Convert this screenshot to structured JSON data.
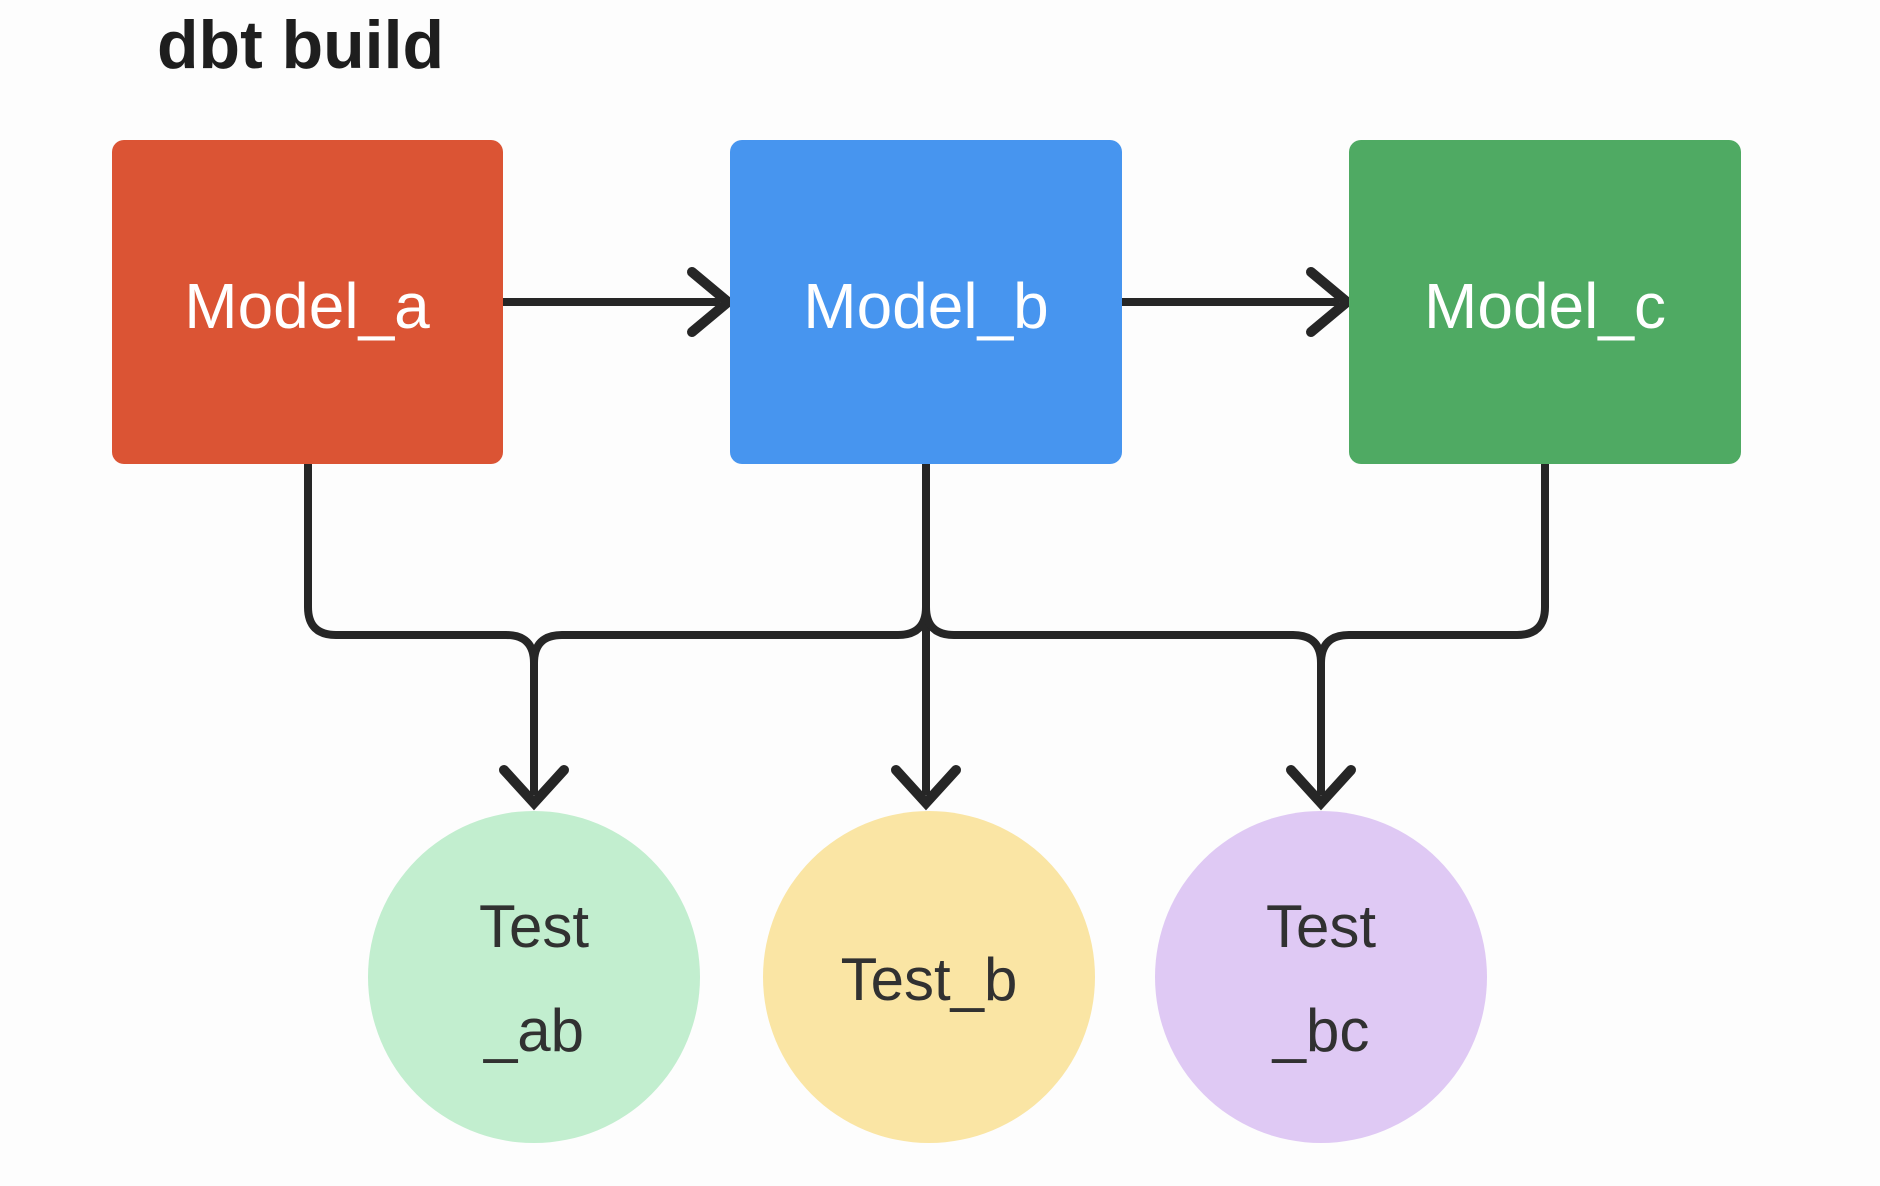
{
  "title": "dbt build",
  "colors": {
    "background": "#fdfdfd",
    "title_text": "#1e1e1e",
    "edge": "#262626",
    "model_label_text": "#ffffff",
    "test_label_text": "#313131"
  },
  "models": [
    {
      "id": "model_a",
      "label": "Model_a",
      "fill": "#db5434"
    },
    {
      "id": "model_b",
      "label": "Model_b",
      "fill": "#4795ef"
    },
    {
      "id": "model_c",
      "label": "Model_c",
      "fill": "#4faa63"
    }
  ],
  "tests": [
    {
      "id": "test_ab",
      "line1": "Test",
      "line2": "_ab",
      "fill": "#c2eecf"
    },
    {
      "id": "test_b",
      "line1": "Test_b",
      "line2": "",
      "fill": "#fae5a4"
    },
    {
      "id": "test_bc",
      "line1": "Test",
      "line2": "_bc",
      "fill": "#dfc9f4"
    }
  ],
  "edges": [
    {
      "from": "Model_a",
      "to": "Model_b"
    },
    {
      "from": "Model_b",
      "to": "Model_c"
    },
    {
      "from": "Model_a",
      "to": "Test_ab"
    },
    {
      "from": "Model_b",
      "to": "Test_ab"
    },
    {
      "from": "Model_b",
      "to": "Test_b"
    },
    {
      "from": "Model_b",
      "to": "Test_bc"
    },
    {
      "from": "Model_c",
      "to": "Test_bc"
    }
  ]
}
